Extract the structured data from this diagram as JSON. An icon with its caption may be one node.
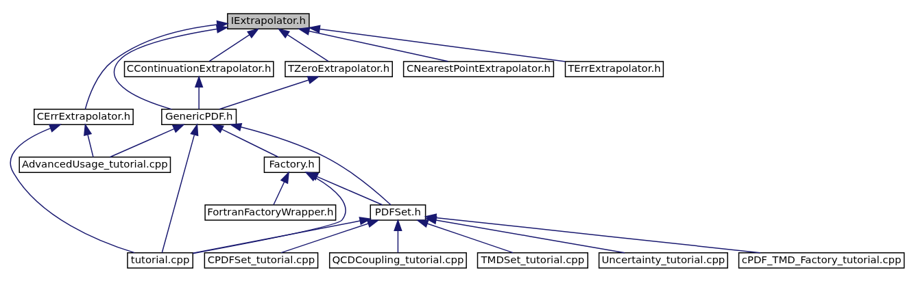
{
  "diagram": {
    "nodes": [
      {
        "text": [
          "IExtrapolator.h"
        ]
      },
      {
        "text": [
          "CErrExtrapolator.h"
        ]
      },
      {
        "text": [
          "CContinuationExtrapolator.h"
        ]
      },
      {
        "text": [
          "CNearestPointExtrapolator.h"
        ]
      },
      {
        "text": [
          "TErrExtrapolator.h"
        ]
      },
      {
        "text": [
          "TZeroExtrapolator.h"
        ]
      },
      {
        "text": [
          "GenericPDF.h"
        ]
      },
      {
        "text": [
          "AdvancedUsage_tutorial.cpp"
        ]
      },
      {
        "text": [
          "Factory.h"
        ]
      },
      {
        "text": [
          "FortranFactoryWrapper.h"
        ]
      },
      {
        "text": [
          "PDFSet.h"
        ]
      },
      {
        "text": [
          "tutorial.cpp"
        ]
      },
      {
        "text": [
          "CPDFSet_tutorial.cpp"
        ]
      },
      {
        "text": [
          "QCDCoupling_tutorial.cpp"
        ]
      },
      {
        "text": [
          "TMDSet_tutorial.cpp"
        ]
      },
      {
        "text": [
          "Uncertainty_tutorial.cpp"
        ]
      },
      {
        "text": [
          "cPDF_TMD_Factory_tutorial.cpp"
        ]
      }
    ],
    "edges": [
      {
        "from": 1,
        "to": 0,
        "arrow": "to"
      },
      {
        "from": 2,
        "to": 0,
        "arrow": "to"
      },
      {
        "from": 3,
        "to": 0,
        "arrow": "to"
      },
      {
        "from": 4,
        "to": 0,
        "arrow": "to"
      },
      {
        "from": 5,
        "to": 0,
        "arrow": "to"
      },
      {
        "from": 6,
        "to": 0,
        "arrow": "to"
      },
      {
        "from": 6,
        "to": 2,
        "arrow": "to"
      },
      {
        "from": 6,
        "to": 5,
        "arrow": "to"
      },
      {
        "from": 7,
        "to": 1,
        "arrow": "to"
      },
      {
        "from": 11,
        "to": 1,
        "arrow": "to"
      },
      {
        "from": 7,
        "to": 6,
        "arrow": "to"
      },
      {
        "from": 8,
        "to": 6,
        "arrow": "to"
      },
      {
        "from": 10,
        "to": 6,
        "arrow": "to"
      },
      {
        "from": 11,
        "to": 6,
        "arrow": "to"
      },
      {
        "from": 9,
        "to": 8,
        "arrow": "to"
      },
      {
        "from": 10,
        "to": 8,
        "arrow": "to"
      },
      {
        "from": 11,
        "to": 8,
        "arrow": "to"
      },
      {
        "from": 11,
        "to": 10,
        "arrow": "to"
      },
      {
        "from": 12,
        "to": 10,
        "arrow": "to"
      },
      {
        "from": 13,
        "to": 10,
        "arrow": "to"
      },
      {
        "from": 14,
        "to": 10,
        "arrow": "to"
      },
      {
        "from": 15,
        "to": 10,
        "arrow": "to"
      },
      {
        "from": 16,
        "to": 10,
        "arrow": "to"
      }
    ]
  }
}
